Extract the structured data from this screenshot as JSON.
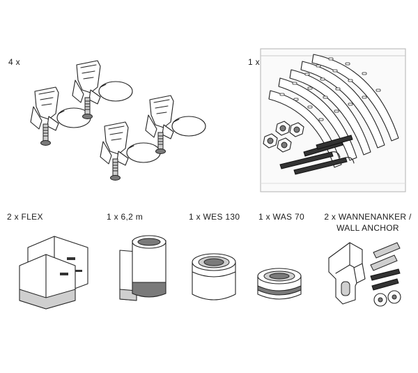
{
  "items": {
    "feet": {
      "qty": "4 x",
      "icon": "bathtub-foot-icon"
    },
    "bag": {
      "qty": "1 x",
      "icon": "hardware-bag-icon"
    },
    "flex": {
      "qty": "2 x FLEX",
      "icon": "flex-corner-icon"
    },
    "tape_roll": {
      "qty": "1 x 6,2 m",
      "icon": "sealing-tape-roll-icon"
    },
    "wes": {
      "qty": "1 x WES 130",
      "icon": "wes-tape-roll-icon"
    },
    "was": {
      "qty": "1 x WAS 70",
      "icon": "was-tape-roll-icon"
    },
    "anchor": {
      "qty_line1": "2 x WANNENANKER /",
      "qty_line2": "WALL ANCHOR",
      "icon": "wall-anchor-icon"
    }
  }
}
